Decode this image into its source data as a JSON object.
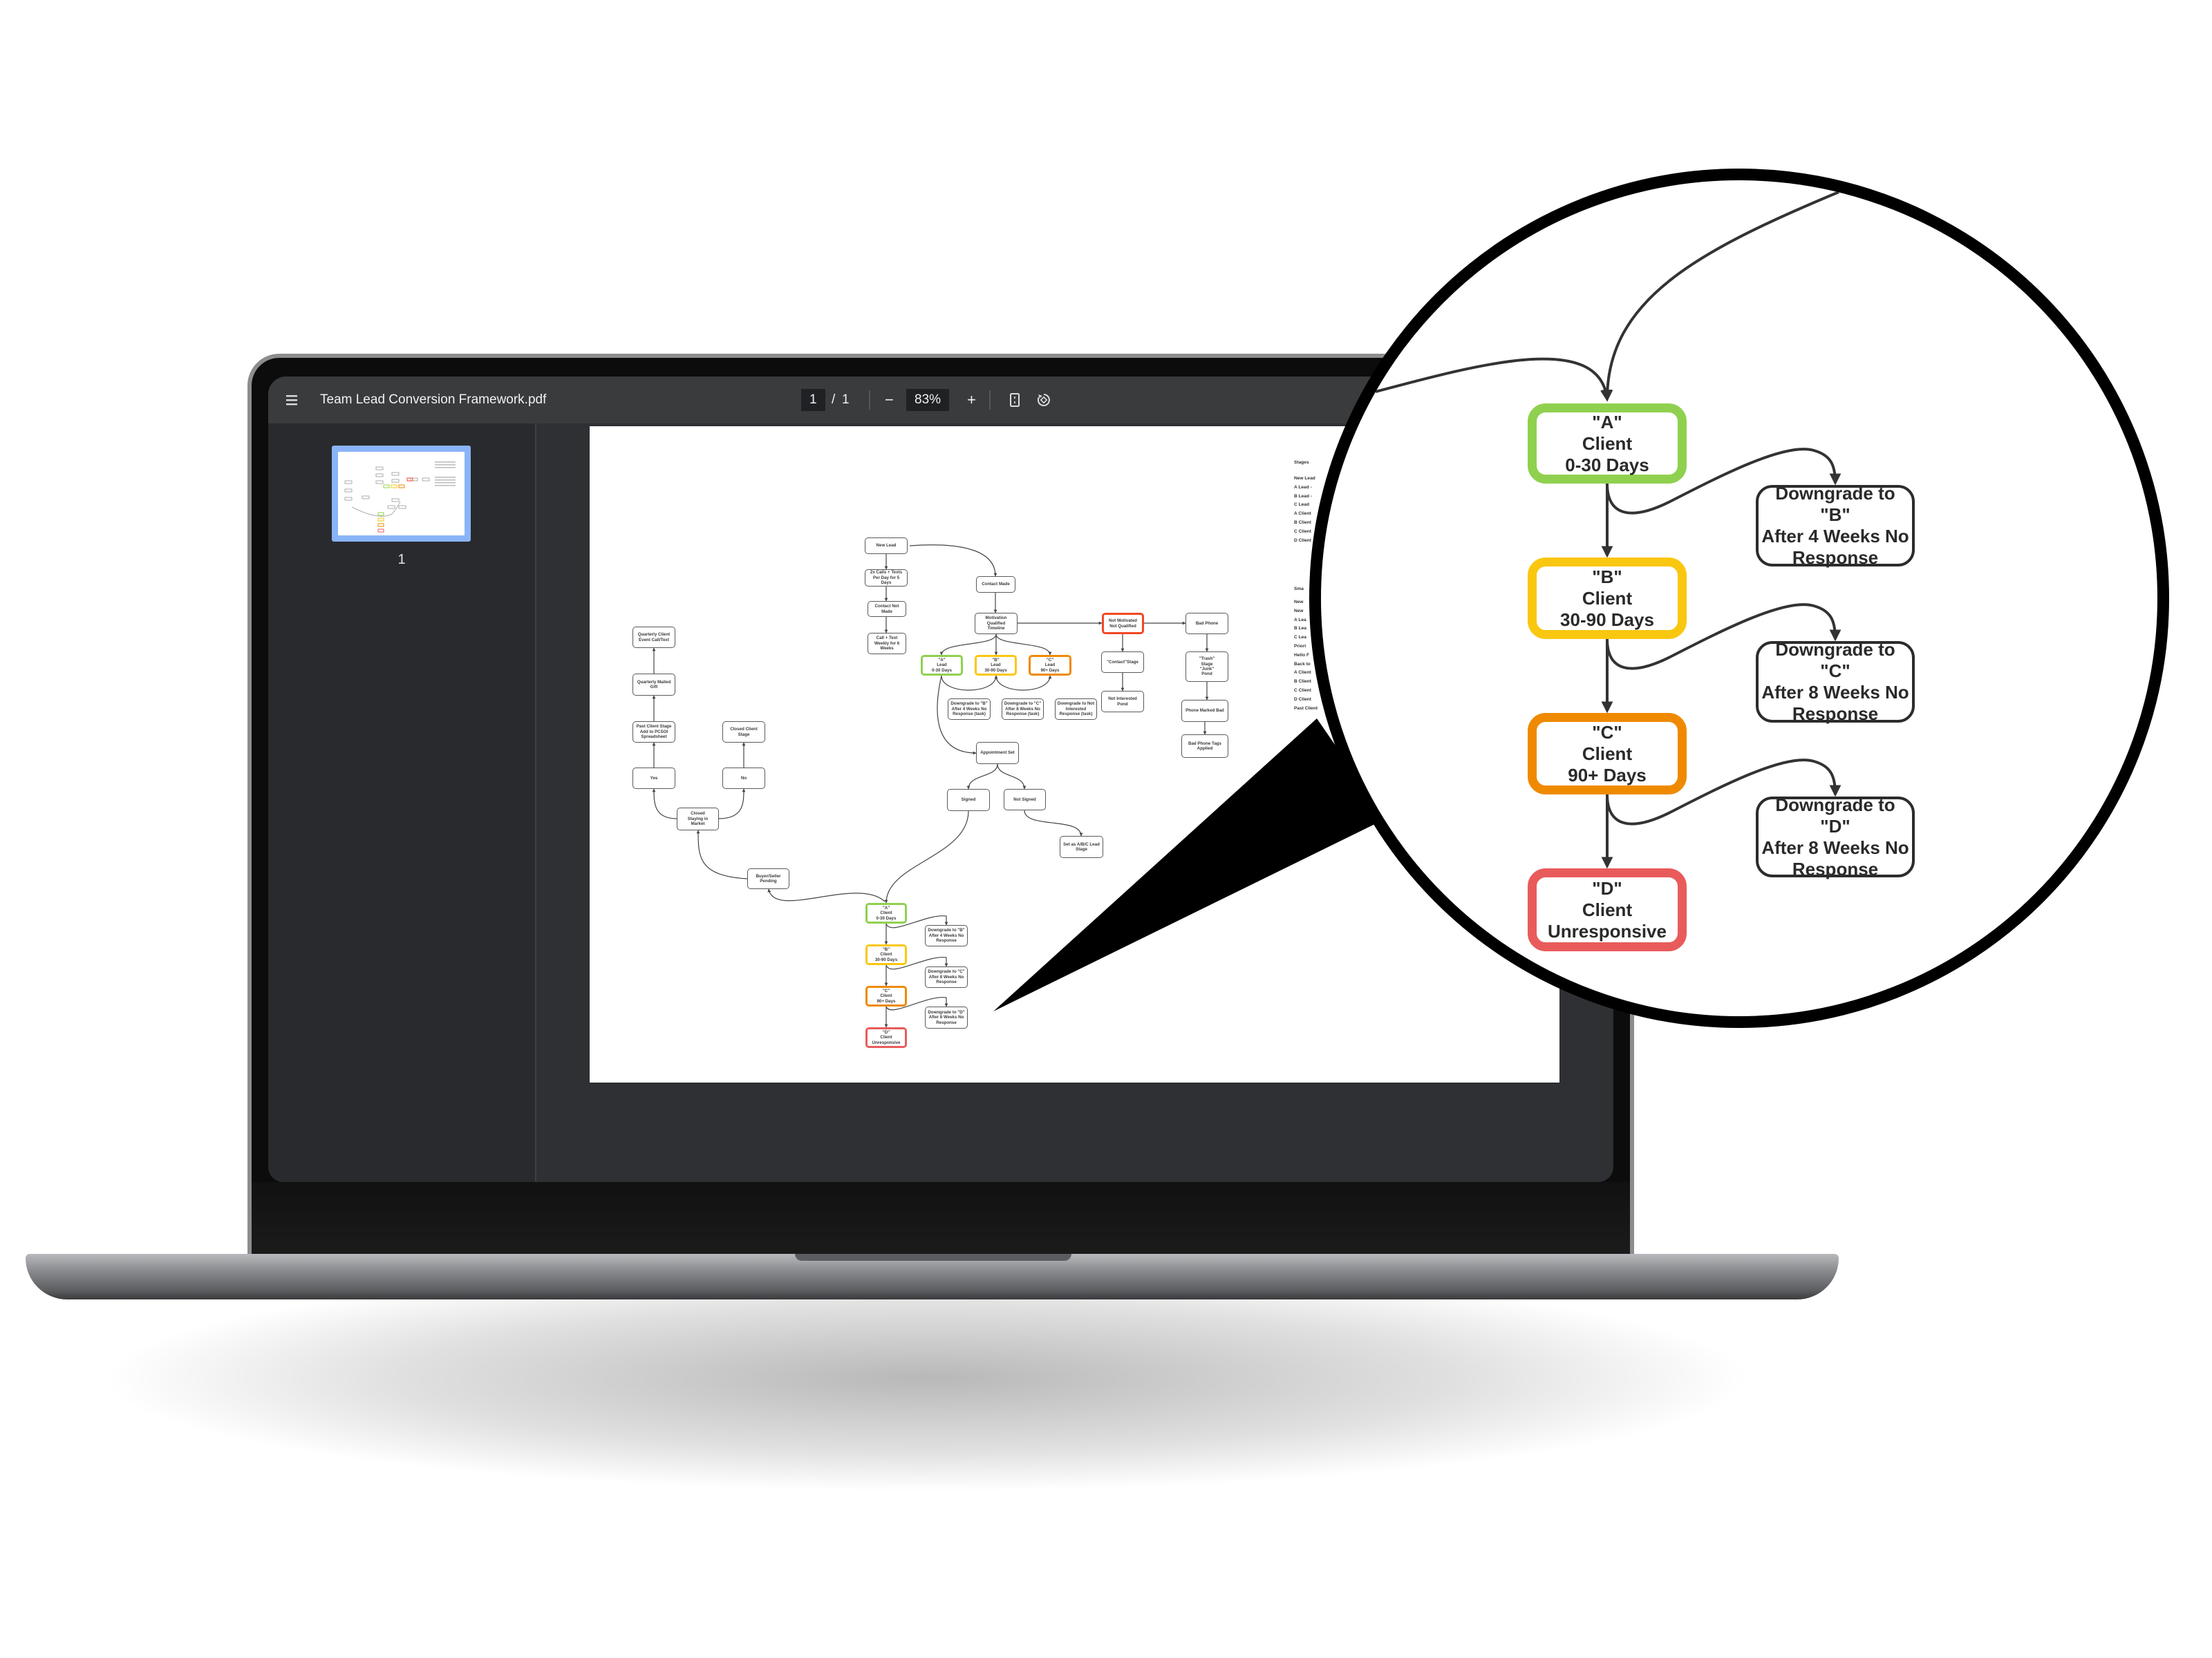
{
  "viewer": {
    "title": "Team Lead Conversion Framework.pdf",
    "page_current": "1",
    "page_separator": "/",
    "page_total": "1",
    "zoom_out": "−",
    "zoom": "83%",
    "zoom_in": "+",
    "thumbnail_label": "1"
  },
  "colors": {
    "green": "#8fd14f",
    "yellow": "#fac710",
    "orange": "#ef8a00",
    "red": "#f24726",
    "pink_red": "#e95b5b",
    "thumbnail_highlight": "#8ab4f8"
  },
  "flow": {
    "nodes": [
      {
        "id": "new_lead",
        "text": "New Lead"
      },
      {
        "id": "calls",
        "text": "2x Calls + Texts\nPer Day for 5\nDays"
      },
      {
        "id": "contact_not_made",
        "text": "Contact Not\nMade"
      },
      {
        "id": "weekly",
        "text": "Call + Text\nWeekly for 6\nWeeks"
      },
      {
        "id": "contact_made",
        "text": "Contact Made"
      },
      {
        "id": "motivation",
        "text": "Motivation\nQualified\nTimeline"
      },
      {
        "id": "a_lead",
        "text": "\"A\"\nLead\n0-30 Days",
        "color": "green"
      },
      {
        "id": "b_lead",
        "text": "\"B\"\nLead\n30-90 Days",
        "color": "yellow"
      },
      {
        "id": "c_lead",
        "text": "\"C\"\nLead\n90+ Days",
        "color": "orange"
      },
      {
        "id": "not_motivated",
        "text": "Not Motivated\nNot Qualified",
        "color": "red"
      },
      {
        "id": "bad_phone",
        "text": "Bad Phone"
      },
      {
        "id": "contact_stage",
        "text": "\"Contact\"Stage"
      },
      {
        "id": "not_interested",
        "text": "Not Interested\nPond"
      },
      {
        "id": "trash",
        "text": "\"Trash\"\nStage\n\"Junk\"\nPond"
      },
      {
        "id": "phone_marked_bad",
        "text": "Phone Marked Bad"
      },
      {
        "id": "bad_phone_tags",
        "text": "Bad Phone Tags\nApplied"
      },
      {
        "id": "dg_b_task",
        "text": "Downgrade to \"B\"\nAfter 4 Weeks No\nResponse (task)"
      },
      {
        "id": "dg_c_task",
        "text": "Downgrade to \"C\"\nAfter 8 Weeks No\nResponse (task)"
      },
      {
        "id": "dg_not_task",
        "text": "Downgrade to Not\nInterested\nResponse (task)"
      },
      {
        "id": "quarterly_event",
        "text": "Quarterly Client\nEvent Call/Text"
      },
      {
        "id": "quarterly_gift",
        "text": "Quarterly Mailed\nGift"
      },
      {
        "id": "past_client",
        "text": "Past Client Stage\nAdd to PCSOI\nSpreadsheet"
      },
      {
        "id": "closed_client",
        "text": "Closed Client\nStage"
      },
      {
        "id": "yes",
        "text": "Yes"
      },
      {
        "id": "no",
        "text": "No"
      },
      {
        "id": "closed_staying",
        "text": "Closed\nStaying in\nMarket"
      },
      {
        "id": "buyer_seller",
        "text": "Buyer/Seller\nPending"
      },
      {
        "id": "appointment",
        "text": "Appointment Set"
      },
      {
        "id": "signed",
        "text": "Signed"
      },
      {
        "id": "not_signed",
        "text": "Not Signed"
      },
      {
        "id": "set_abc",
        "text": "Set as A/B/C Lead\nStage"
      },
      {
        "id": "a_client",
        "text": "\"A\"\nClient\n0-30 Days",
        "color": "green"
      },
      {
        "id": "b_client",
        "text": "\"B\"\nClient\n30-90 Days",
        "color": "yellow"
      },
      {
        "id": "c_client",
        "text": "\"C\"\nClient\n90+ Days",
        "color": "orange"
      },
      {
        "id": "d_client",
        "text": "\"D\"\nClient\nUnresponsive",
        "color": "pink_red"
      },
      {
        "id": "dg_b",
        "text": "Downgrade to \"B\"\nAfter 4 Weeks No\nResponse"
      },
      {
        "id": "dg_c",
        "text": "Downgrade to \"C\"\nAfter 8 Weeks No\nResponse"
      },
      {
        "id": "dg_d",
        "text": "Downgrade to \"D\"\nAfter 8 Weeks No\nResponse"
      }
    ]
  },
  "legend": {
    "stages_title": "Stages",
    "stages": "New Lead\nA Lead -\nB Lead -\nC Lead\nA Client\nB Client\nC Client\nD Client",
    "lists_title": "Sma",
    "lists": "New\nNew\nA Lea\nB Lea\nC Lea\nPriori\nHello F\nBack to\nA Client\nB Client\nC Client\nD Client\nPast Client"
  },
  "magnifier": {
    "nodes": [
      {
        "id": "a",
        "text": "\"A\"\nClient\n0-30 Days",
        "color": "green"
      },
      {
        "id": "b",
        "text": "\"B\"\nClient\n30-90 Days",
        "color": "yellow"
      },
      {
        "id": "c",
        "text": "\"C\"\nClient\n90+ Days",
        "color": "orange"
      },
      {
        "id": "d",
        "text": "\"D\"\nClient\nUnresponsive",
        "color": "pink_red"
      },
      {
        "id": "dg_b",
        "text": "Downgrade to \"B\"\nAfter 4 Weeks No\nResponse"
      },
      {
        "id": "dg_c",
        "text": "Downgrade to \"C\"\nAfter 8 Weeks No\nResponse"
      },
      {
        "id": "dg_d",
        "text": "Downgrade to \"D\"\nAfter 8 Weeks No\nResponse"
      }
    ]
  }
}
